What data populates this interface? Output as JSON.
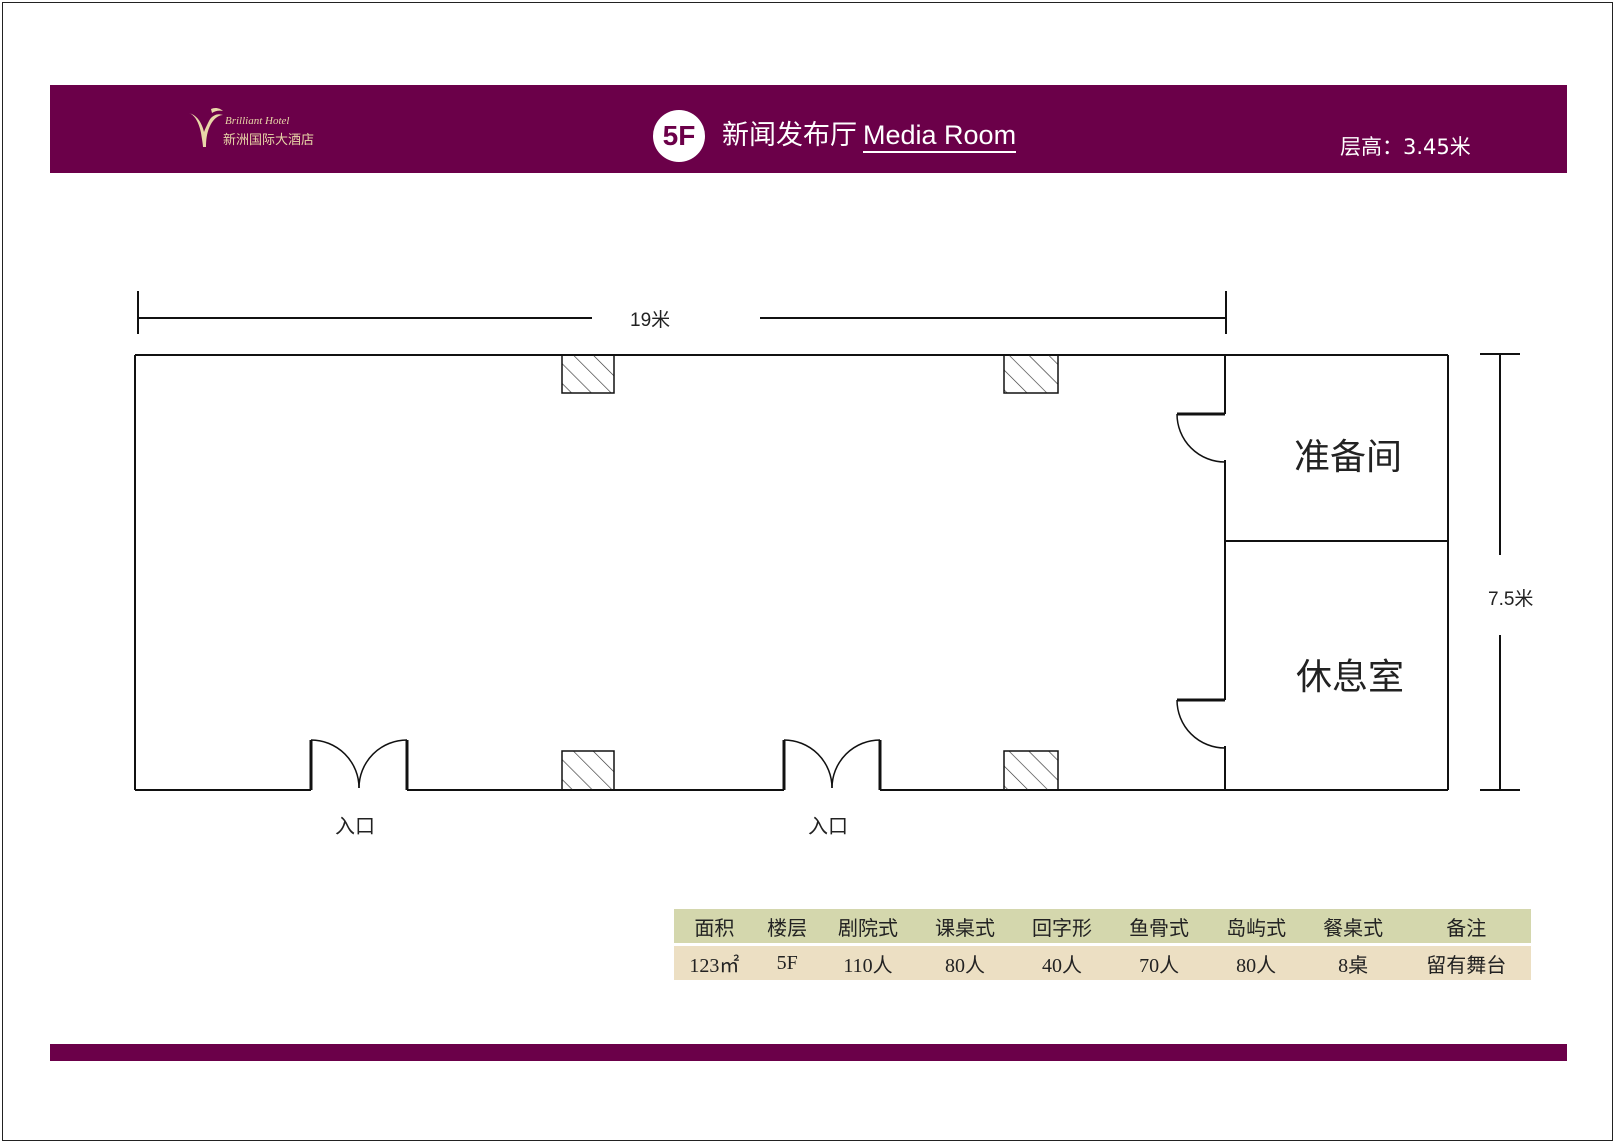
{
  "header": {
    "logo_en": "Brilliant Hotel",
    "logo_cn": "新洲国际大酒店",
    "floor_badge": "5F",
    "title_cn": "新闻发布厅",
    "title_en": "Media Room",
    "ceiling_height": "层高：3.45米"
  },
  "plan": {
    "width_label": "19米",
    "depth_label": "7.5米",
    "rooms": [
      "准备间",
      "休息室"
    ],
    "entrances": [
      "入口",
      "入口"
    ]
  },
  "table": {
    "headers": [
      "面积",
      "楼层",
      "剧院式",
      "课桌式",
      "回字形",
      "鱼骨式",
      "岛屿式",
      "餐桌式",
      "备注"
    ],
    "values": [
      "123㎡",
      "5F",
      "110人",
      "80人",
      "40人",
      "70人",
      "80人",
      "8桌",
      "留有舞台"
    ]
  },
  "colors": {
    "brand": "#6b0049",
    "logo_gold": "#e9d7a8",
    "table_header": "#d4d7ad",
    "table_row": "#ecdfc3"
  }
}
